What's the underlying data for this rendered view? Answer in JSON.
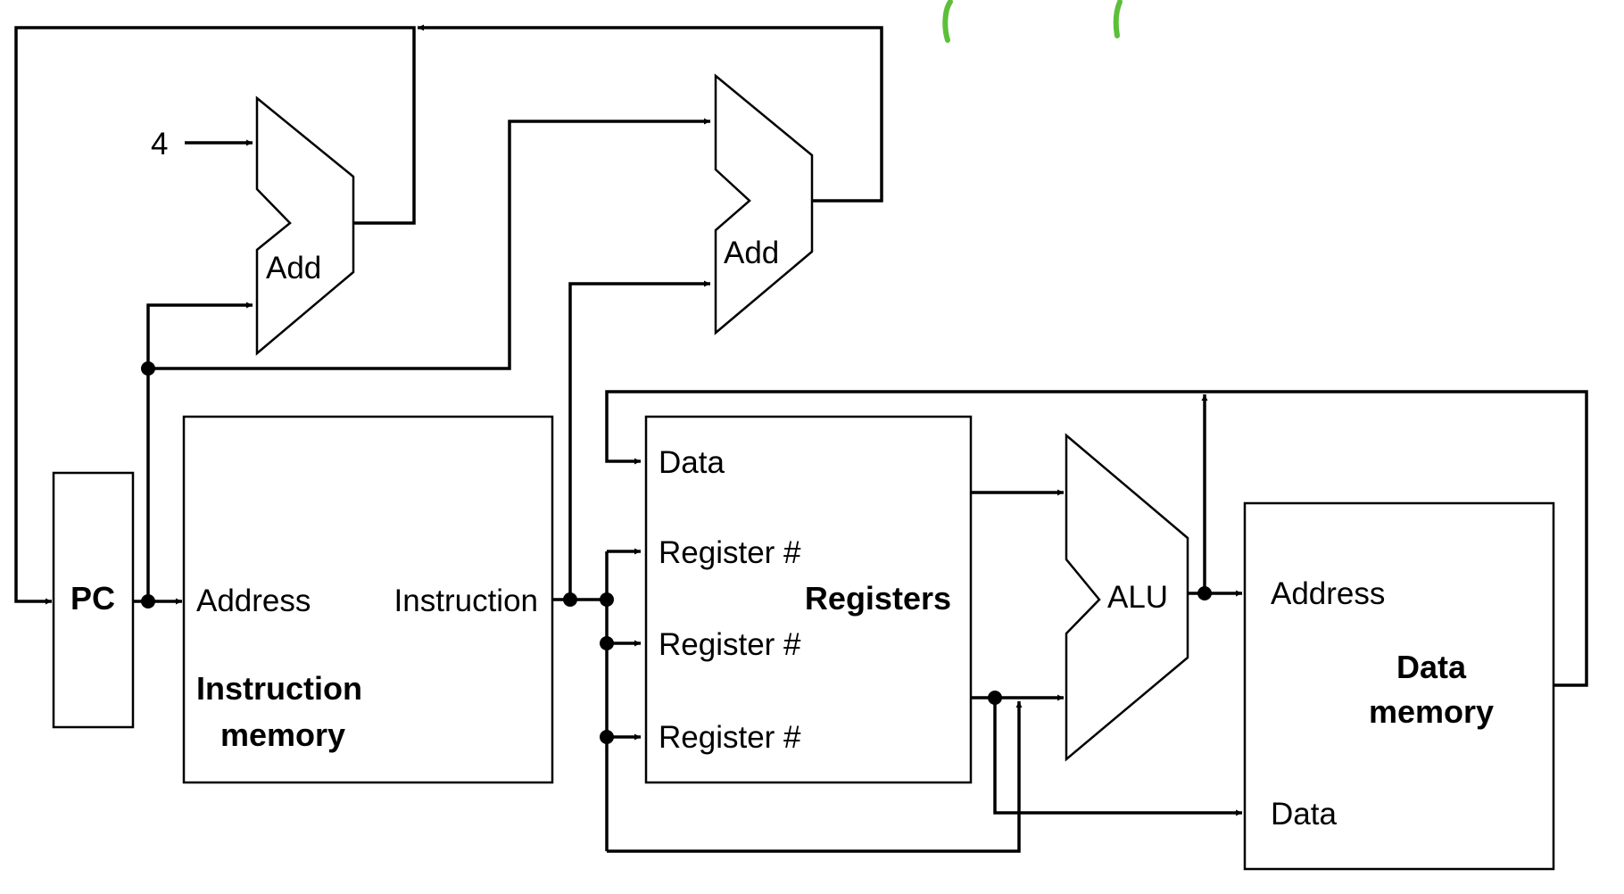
{
  "diagram": {
    "constant_four": "4",
    "pc_label": "PC",
    "adder_label": "Add",
    "alu_label": "ALU",
    "instruction_memory": {
      "address_port": "Address",
      "instruction_port": "Instruction",
      "title_line1": "Instruction",
      "title_line2": "memory"
    },
    "registers": {
      "data_port": "Data",
      "register_port": "Register #",
      "title": "Registers"
    },
    "data_memory": {
      "address_port": "Address",
      "data_port": "Data",
      "title_line1": "Data",
      "title_line2": "memory"
    },
    "colors": {
      "line": "#000000",
      "annotation": "#5cbf3a"
    }
  }
}
